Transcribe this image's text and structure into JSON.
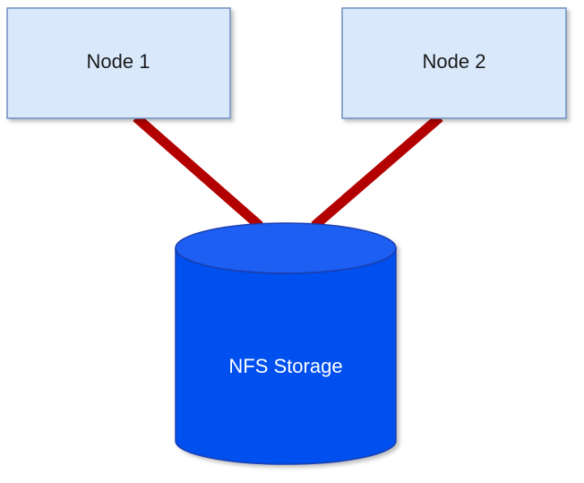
{
  "diagram": {
    "nodes": [
      {
        "id": "node1",
        "label": "Node 1"
      },
      {
        "id": "node2",
        "label": "Node 2"
      }
    ],
    "storage": {
      "label": "NFS Storage"
    },
    "edges": [
      {
        "from": "node1",
        "to": "storage"
      },
      {
        "from": "node2",
        "to": "storage"
      }
    ],
    "colors": {
      "node_fill": "#dae8fc",
      "node_border": "#6c8ebf",
      "edge": "#b30000",
      "storage_fill": "#0050ef",
      "storage_text": "#ffffff"
    }
  }
}
